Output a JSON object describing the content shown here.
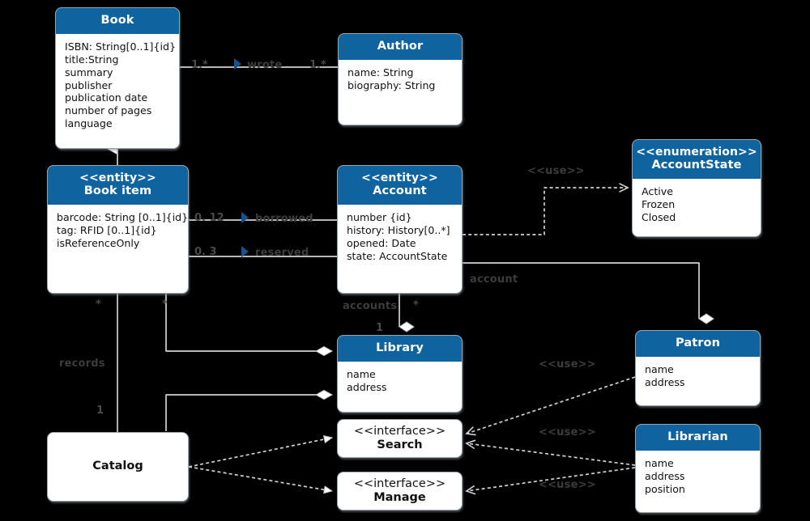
{
  "diagram": {
    "title": "Library UML Class Diagram",
    "background": "#000000",
    "header_color": "#0f639f",
    "line_color": "#d2d2d2",
    "label_color": "#3c3c3c",
    "marker_color": "#13538f"
  },
  "nodes": {
    "book": {
      "name": "Book",
      "attributes": [
        "ISBN: String[0..1]{id}",
        "title:String",
        "summary",
        "publisher",
        "publication date",
        "number of pages",
        "language"
      ]
    },
    "author": {
      "name": "Author",
      "attributes": [
        "name: String",
        "biography: String"
      ]
    },
    "book_item": {
      "stereotype": "<<entity>>",
      "name": "Book item",
      "attributes": [
        "barcode: String [0..1]{id}",
        "tag: RFID [0..1]{id}",
        "isReferenceOnly"
      ]
    },
    "account": {
      "stereotype": "<<entity>>",
      "name": "Account",
      "attributes": [
        "number {id}",
        "history: History[0..*]",
        "opened: Date",
        "state: AccountState"
      ]
    },
    "account_state": {
      "stereotype": "<<enumeration>>",
      "name": "AccountState",
      "attributes": [
        "Active",
        "Frozen",
        "Closed"
      ]
    },
    "library": {
      "name": "Library",
      "attributes": [
        "name",
        "address"
      ]
    },
    "patron": {
      "name": "Patron",
      "attributes": [
        "name",
        "address"
      ]
    },
    "librarian": {
      "name": "Librarian",
      "attributes": [
        "name",
        "address",
        "position"
      ]
    },
    "search": {
      "stereotype": "<<interface>>",
      "name": "Search"
    },
    "manage": {
      "stereotype": "<<interface>>",
      "name": "Manage"
    },
    "catalog": {
      "name": "Catalog"
    }
  },
  "edge_labels": {
    "wrote": "wrote",
    "borrowed": "borrowed",
    "reserved": "reserved",
    "records": "records",
    "accounts": "accounts",
    "account": "account",
    "use_accountstate": "<<use>>",
    "use_patron_search": "<<use>>",
    "use_librarian_search": "<<use>>",
    "use_librarian_manage": "<<use>>"
  },
  "multiplicities": {
    "book_wrote": "1.*",
    "author_wrote": "1.*",
    "borrowed_mult": "0. 12",
    "reserved_mult": "0. 3",
    "bookitem_catalog_star": "*",
    "bookitem_library_star": "*",
    "catalog_one": "1",
    "accounts_star": "*",
    "library_one": "1"
  }
}
